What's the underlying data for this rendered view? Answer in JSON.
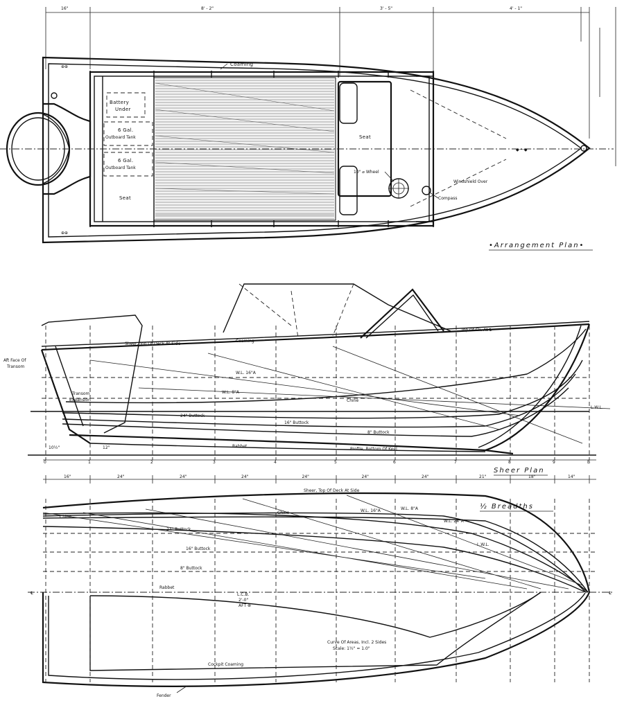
{
  "arrangement_plan": {
    "title": "•Arrangement Plan•",
    "dims": [
      "16\"",
      "8' - 2\"",
      "3' - 5\"",
      "4' - 1\""
    ],
    "labels": {
      "coaming": "Coaming",
      "battery": "Battery",
      "battery_under": "Under",
      "tank1_line1": "6 Gal.",
      "tank1_line2": "Outboard Tank",
      "tank2_line1": "6 Gal.",
      "tank2_line2": "Outboard Tank",
      "seat_aft": "Seat",
      "seat_fwd": "Seat",
      "wheel": "10\" ⌀ Wheel",
      "windshield": "Windshield Over",
      "compass": "Compass"
    }
  },
  "sheer_plan": {
    "title": "Sheer Plan",
    "labels": {
      "aft_face": "Aft Face Of",
      "transom": "Transom",
      "transom_exp1": "Transom",
      "transom_exp2": "Expansion",
      "sheer_top": "Sheer, Top Of Deck At Side",
      "coaming": "Coaming",
      "top_of_ck": "Top Of Ck. At ℄",
      "wl_16a": "W.L. 16\"A",
      "wl_8a": "W.L. 8\"A",
      "chine": "Chine",
      "buttock_24": "24\" Buttock",
      "buttock_16": "16\" Buttock",
      "buttock_8": "8\" Buttock",
      "lwl": "L.W.L.",
      "rabbet": "Rabbet",
      "profile": "Profile, Bottom Of Keel"
    },
    "station_numbers": [
      "0",
      "1",
      "2",
      "3",
      "4",
      "5",
      "6",
      "7",
      "8",
      "9",
      "B"
    ],
    "spacing_dims": [
      "16\"",
      "24\"",
      "24\"",
      "24\"",
      "24\"",
      "24\"",
      "24\"",
      "21\"",
      "18\"",
      "14\""
    ],
    "transom_dims": [
      "10½\"",
      "12\""
    ]
  },
  "half_breadths": {
    "title": "½ Breadths",
    "labels": {
      "sheer_top": "Sheer, Top Of Deck At Side",
      "chine_aft": "Chine",
      "chine_fwd": "Chine",
      "wl_16a": "W.L. 16\"A",
      "wl_24a": "W.L. 24\"A",
      "wl_8a": "W.L. 8\"A",
      "lwl": "L.W.L.",
      "buttock_24": "24\" Buttock",
      "buttock_16": "16\" Buttock",
      "buttock_8": "8\" Buttock",
      "rabbet": "Rabbet",
      "lcb_1": "L.C.B.",
      "lcb_2": "2'-0\"",
      "lcb_3": "AFT ⊗",
      "curve1": "Curve Of Areas, Incl. 2 Sides",
      "curve2": "Scale: 1½\" = 1.0\"",
      "cockpit_coaming": "Cockpit Coaming",
      "fender": "Fender"
    }
  }
}
